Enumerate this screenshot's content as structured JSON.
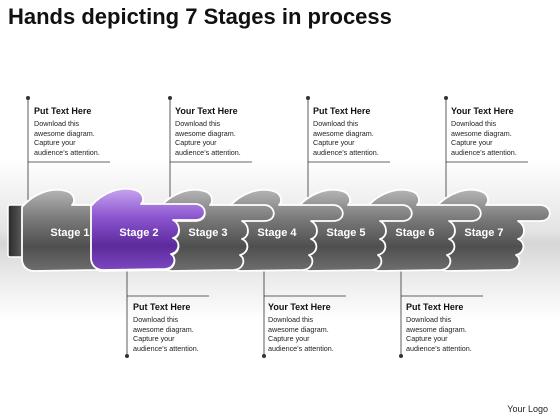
{
  "title": "Hands depicting 7 Stages in process",
  "stages": [
    {
      "label": "Stage 1"
    },
    {
      "label": "Stage 2"
    },
    {
      "label": "Stage 3"
    },
    {
      "label": "Stage 4"
    },
    {
      "label": "Stage 5"
    },
    {
      "label": "Stage 6"
    },
    {
      "label": "Stage 7"
    }
  ],
  "callouts": {
    "top": [
      {
        "heading": "Put Text Here",
        "body": [
          "Download this",
          "awesome diagram.",
          "Capture your",
          "audience’s attention."
        ]
      },
      {
        "heading": "Your Text Here",
        "body": [
          "Download this",
          "awesome diagram.",
          "Capture your",
          "audience’s attention."
        ]
      },
      {
        "heading": "Put Text Here",
        "body": [
          "Download this",
          "awesome diagram.",
          "Capture your",
          "audience’s attention."
        ]
      },
      {
        "heading": "Your Text Here",
        "body": [
          "Download this",
          "awesome diagram.",
          "Capture your",
          "audience’s attention."
        ]
      }
    ],
    "bottom": [
      {
        "heading": "Put Text Here",
        "body": [
          "Download this",
          "awesome diagram.",
          "Capture your",
          "audience’s attention."
        ]
      },
      {
        "heading": "Your Text Here",
        "body": [
          "Download this",
          "awesome diagram.",
          "Capture your",
          "audience’s attention."
        ]
      },
      {
        "heading": "Put Text Here",
        "body": [
          "Download this",
          "awesome diagram.",
          "Capture your",
          "audience’s attention."
        ]
      }
    ]
  },
  "highlight_stage_index": 1,
  "colors": {
    "hand_gray": "#6b6b6b",
    "hand_highlight": "#8a57c8",
    "connector": "#333333"
  },
  "footer": {
    "logo_text": "Your Logo"
  }
}
